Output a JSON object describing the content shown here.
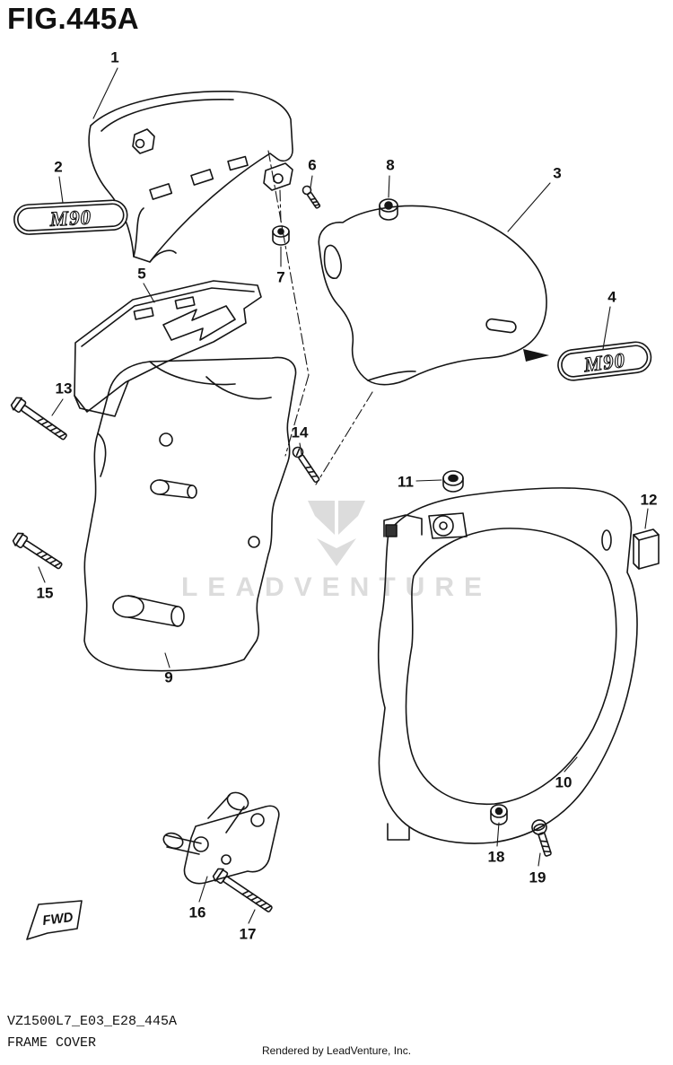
{
  "page": {
    "title": "FIG.445A",
    "watermark": "LEADVENTURE",
    "fwd_label": "FWD",
    "footer": {
      "part_code": "VZ1500L7_E03_E28_445A",
      "part_name": "FRAME COVER",
      "rendered_by": "Rendered by LeadVenture, Inc."
    }
  },
  "emblems": [
    {
      "text": "M90"
    },
    {
      "text": "M90"
    }
  ],
  "callouts": [
    {
      "num": "1"
    },
    {
      "num": "2"
    },
    {
      "num": "3"
    },
    {
      "num": "4"
    },
    {
      "num": "5"
    },
    {
      "num": "6"
    },
    {
      "num": "7"
    },
    {
      "num": "8"
    },
    {
      "num": "9"
    },
    {
      "num": "10"
    },
    {
      "num": "11"
    },
    {
      "num": "12"
    },
    {
      "num": "13"
    },
    {
      "num": "14"
    },
    {
      "num": "15"
    },
    {
      "num": "16"
    },
    {
      "num": "17"
    },
    {
      "num": "18"
    },
    {
      "num": "19"
    }
  ]
}
